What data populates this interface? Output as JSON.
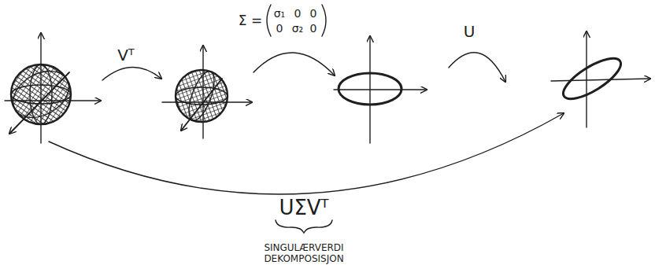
{
  "diagram": {
    "labels": [
      "Vᵀ",
      "Σ =",
      "σ₁",
      "0",
      "0",
      "0",
      "σ₂",
      "0",
      "U",
      "UΣVᵀ",
      "SINGULÆRVERDI DEKOMPOSISJON"
    ]
  }
}
